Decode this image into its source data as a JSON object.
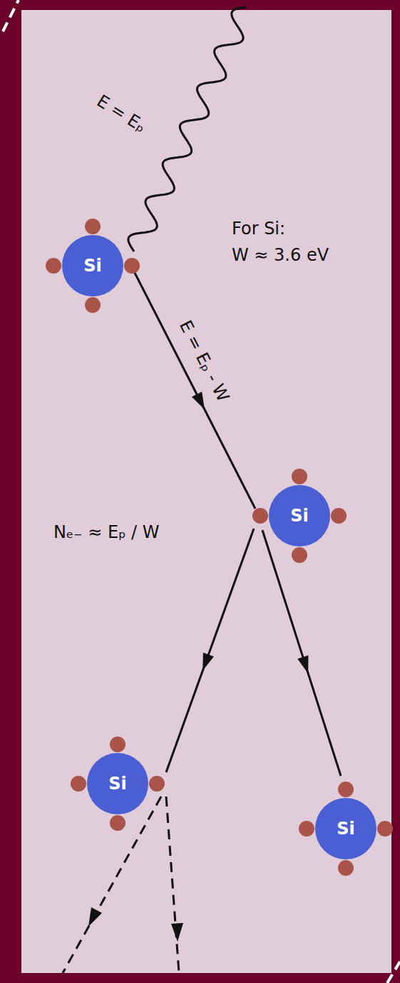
{
  "diagram": {
    "nodes": [
      {
        "text": [
          "Si"
        ]
      },
      {
        "text": [
          "Si"
        ]
      },
      {
        "text": [
          "Si"
        ]
      },
      {
        "text": [
          "Si"
        ]
      }
    ],
    "edges": [
      {
        "from": 0,
        "to": 1,
        "arrow": "to",
        "label": "E = Eₚ - W"
      },
      {
        "from": 1,
        "to": 2,
        "arrow": "to"
      },
      {
        "from": 1,
        "to": 3,
        "arrow": "to"
      }
    ],
    "labels": [
      "E = Eₚ",
      "For Si:",
      "W ≈ 3.6 eV",
      "Nₑ₋ ≈ Eₚ / W"
    ]
  }
}
